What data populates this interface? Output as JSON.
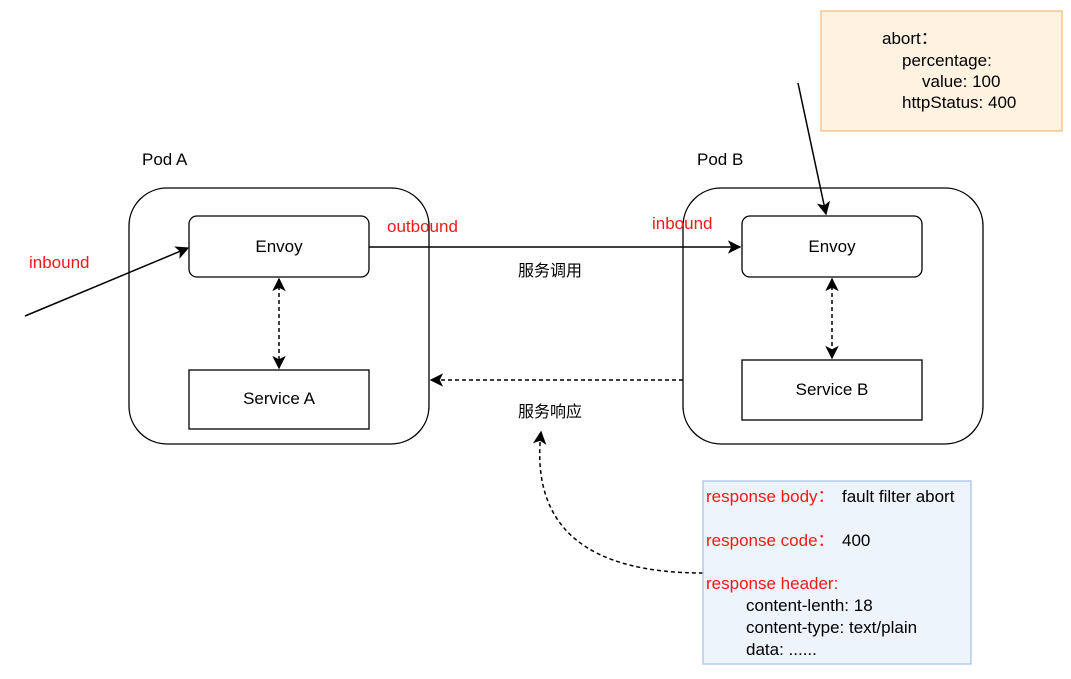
{
  "labels": {
    "pod_a": "Pod A",
    "pod_b": "Pod B",
    "envoy_a": "Envoy",
    "envoy_b": "Envoy",
    "service_a": "Service A",
    "service_b": "Service B",
    "inbound_left": "inbound",
    "outbound": "outbound",
    "inbound_b": "inbound",
    "service_call": "服务调用",
    "service_response": "服务响应"
  },
  "abort_note": {
    "line1": "abort：",
    "line2": "percentage:",
    "line3": "value: 100",
    "line4": "httpStatus: 400"
  },
  "response_note": {
    "body_key": "response body：",
    "body_val": "fault filter abort",
    "code_key": "response code：",
    "code_val": "400",
    "header_key": "response header:",
    "header_line1": "content-lenth: 18",
    "header_line2": "content-type: text/plain",
    "header_line3": "data: ......"
  },
  "colors": {
    "red_text": "#f01a1a",
    "abort_note_fill": "#fff2e0",
    "abort_note_stroke": "#f0c080",
    "response_note_fill": "#eef4fc",
    "response_note_stroke": "#a9c4e8"
  }
}
